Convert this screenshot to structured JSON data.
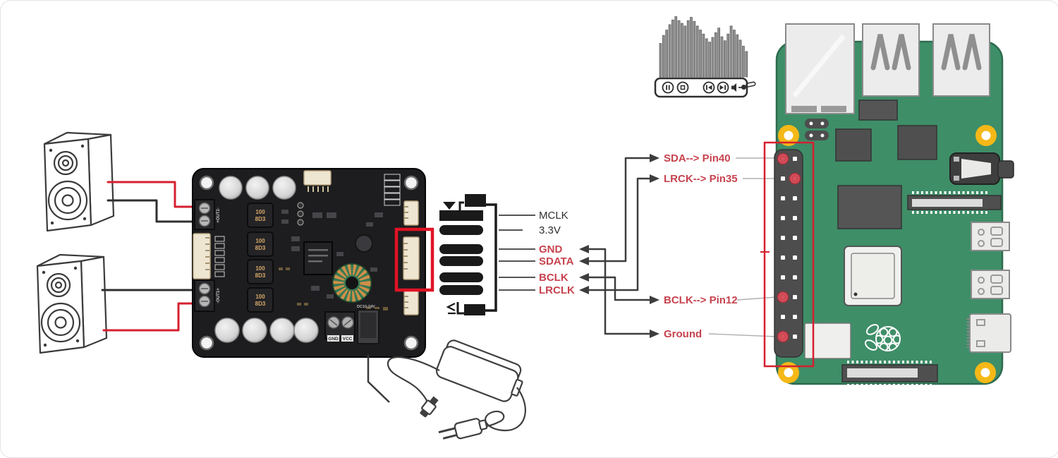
{
  "visualizer": {
    "bars": [
      50,
      62,
      70,
      78,
      85,
      90,
      84,
      80,
      76,
      84,
      89,
      83,
      76,
      70,
      64,
      57,
      52,
      59,
      66,
      73,
      60,
      54,
      64,
      76,
      70,
      63,
      55,
      46,
      38
    ]
  },
  "player": {
    "controls": [
      "pause",
      "stop",
      "previous",
      "next",
      "volume",
      "volume-slider"
    ]
  },
  "connector_pinout": {
    "pins": [
      {
        "label": "MCLK",
        "color": "dark"
      },
      {
        "label": "3.3V",
        "color": "dark"
      },
      {
        "label": "GND",
        "color": "red"
      },
      {
        "label": "SDATA",
        "color": "red"
      },
      {
        "label": "BCLK",
        "color": "red"
      },
      {
        "label": "LRCLK",
        "color": "red"
      }
    ]
  },
  "pi": {
    "connections": [
      {
        "label": "SDA--> Pin40"
      },
      {
        "label": "LRCK--> Pin35"
      },
      {
        "label": "BCLK--> Pin12"
      },
      {
        "label": "Ground"
      }
    ]
  },
  "amp_board": {
    "inductor_line1": "100",
    "inductor_line2": "8D3",
    "gnd_label": "GND",
    "vcc_label": "VCC",
    "dc_input_label": "DC10-24V",
    "out2_label": "+OUT2-",
    "out1_label": "-OUT1+"
  },
  "colors": {
    "pi_green": "#3e8e68",
    "highlight_red": "#d81f2e",
    "label_red": "#c6434e",
    "label_dark": "#303030",
    "wire_red": "#d6202f",
    "wire_dark": "#3d3d3d",
    "mount_yellow": "#f5b817"
  }
}
